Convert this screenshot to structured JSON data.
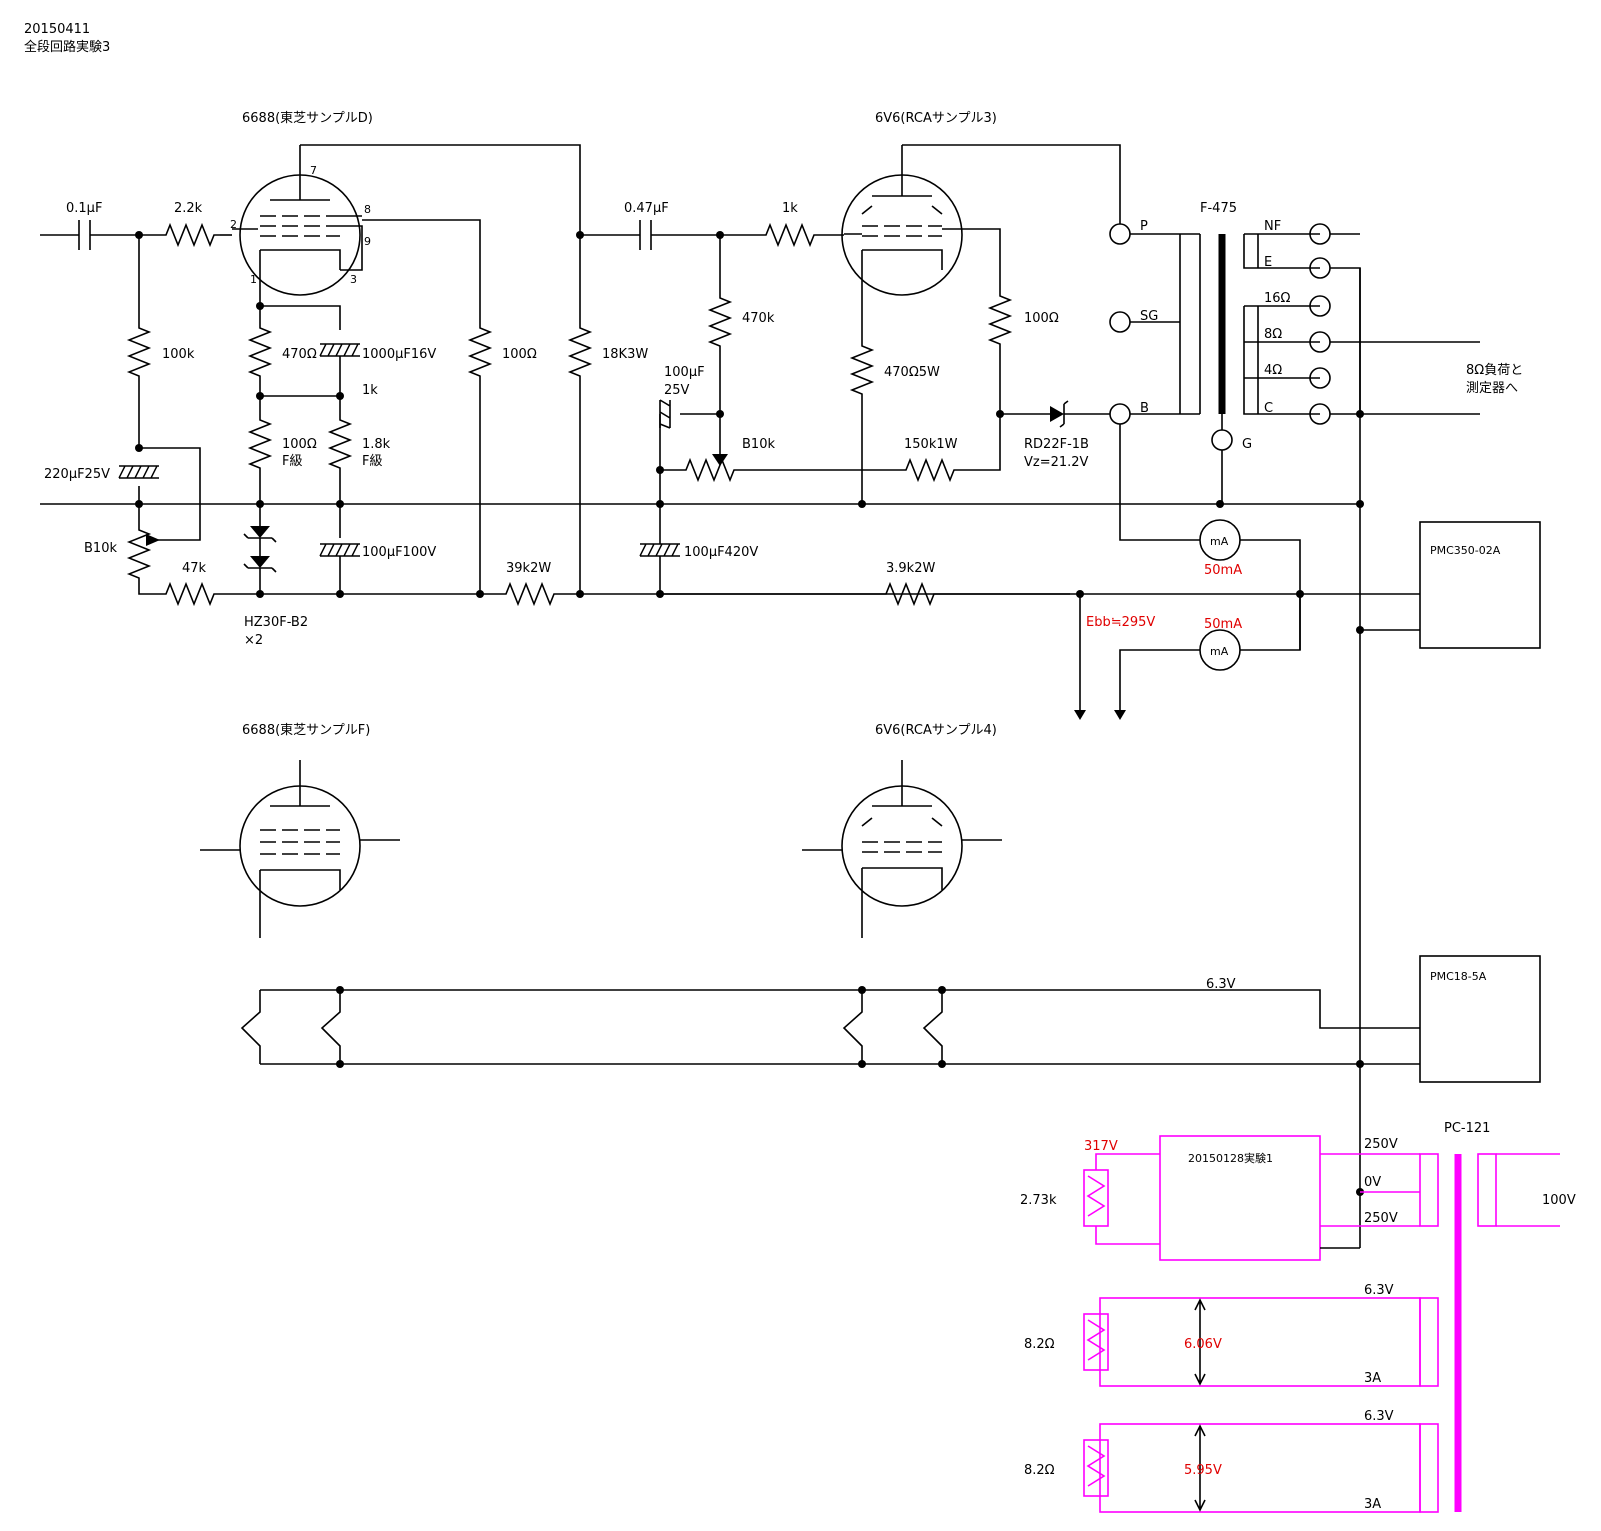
{
  "header": {
    "date": "20150411",
    "title": "全段回路実験3"
  },
  "tubes": {
    "v1": "6688(東芝サンプルD)",
    "v2": "6V6(RCAサンプル3)",
    "v3": "6688(東芝サンプルF)",
    "v4": "6V6(RCAサンプル4)"
  },
  "pins": {
    "p7": "7",
    "p2": "2",
    "p8": "8",
    "p9": "9",
    "p1": "1",
    "p3": "3"
  },
  "parts": {
    "c_in": "0.1μF",
    "r_grid1": "2.2k",
    "r_100k": "100k",
    "c_220u": "220μF25V",
    "vr_b10k_1": "B10k",
    "r_47k": "47k",
    "r_470": "470Ω",
    "c_1000u": "1000μF16V",
    "r_1k": "1k",
    "r_100_f": "100Ω",
    "f_grade_1": "F級",
    "r_1_8k": "1.8k",
    "f_grade_2": "F級",
    "r_100_a": "100Ω",
    "r_18k": "18K3W",
    "c_100u100": "100μF100V",
    "zener": "HZ30F-B2",
    "zener_count": "×2",
    "r_39k": "39k2W",
    "c_047": "0.47μF",
    "r_1k_g2": "1k",
    "r_470k": "470k",
    "c_100u25_a": "100μF",
    "c_100u25_b": "25V",
    "vr_b10k_2": "B10k",
    "c_100u420": "100μF420V",
    "r_100_k2": "100Ω",
    "r_470_5w": "470Ω5W",
    "r_150k": "150k1W",
    "diode": "RD22F-1B",
    "vz": "Vz=21.2V",
    "r_3_9k": "3.9k2W"
  },
  "transformer": {
    "name": "F-475",
    "p": "P",
    "sg": "SG",
    "b": "B",
    "g": "G",
    "nf": "NF",
    "e": "E",
    "t16": "16Ω",
    "t8": "8Ω",
    "t4": "4Ω",
    "c": "C",
    "load_1": "8Ω負荷と",
    "load_2": "測定器へ"
  },
  "meters": {
    "unit": "mA",
    "reading_1": "50mA",
    "reading_2": "50mA"
  },
  "ebb": "Ebb≒295V",
  "supplies": {
    "pmc350": "PMC350-02A",
    "pmc18": "PMC18-5A",
    "heater": "6.3V"
  },
  "power": {
    "block": "20150128実験1",
    "v317": "317V",
    "r273": "2.73k",
    "t250a": "250V",
    "t0": "0V",
    "t250b": "250V",
    "pc121": "PC-121",
    "v100": "100V",
    "h1_v": "6.3V",
    "h1_a": "3A",
    "h1_r": "8.2Ω",
    "h1_meas": "6.06V",
    "h2_v": "6.3V",
    "h2_a": "3A",
    "h2_r": "8.2Ω",
    "h2_meas": "5.95V"
  },
  "colors": {
    "wire": "#000000",
    "measured": "#e00000",
    "power_circuit": "#ff00ff"
  }
}
